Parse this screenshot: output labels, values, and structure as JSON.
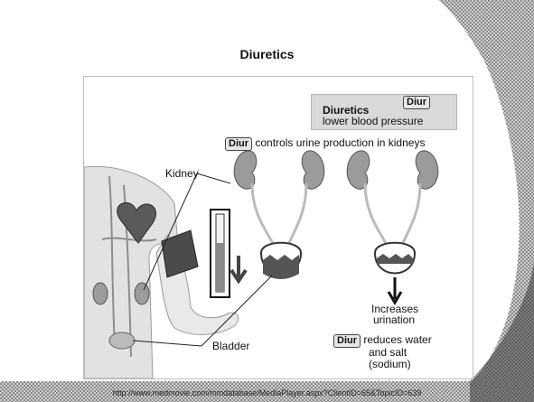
{
  "slide": {
    "title": "Diuretics",
    "source_url": "http://www.medmovie.com/mmdatabase/MediaPlayer.aspx?ClientID=65&TopicID=639"
  },
  "figure": {
    "drug_tag": "Diur",
    "info_title": "Diuretics",
    "info_text": "lower blood pressure",
    "controls_text": "controls urine production in kidneys",
    "kidney_label": "Kidney",
    "bladder_label": "Bladder",
    "increases_line1": "Increases",
    "increases_line2": "urination",
    "reduces_line1": "reduces water",
    "reduces_line2": "and salt",
    "reduces_line3": "(sodium)"
  },
  "colors": {
    "background": "#ffffff",
    "checker_dark": "#8c8c8c",
    "checker_light": "#d0d0d0",
    "text": "#111111"
  }
}
